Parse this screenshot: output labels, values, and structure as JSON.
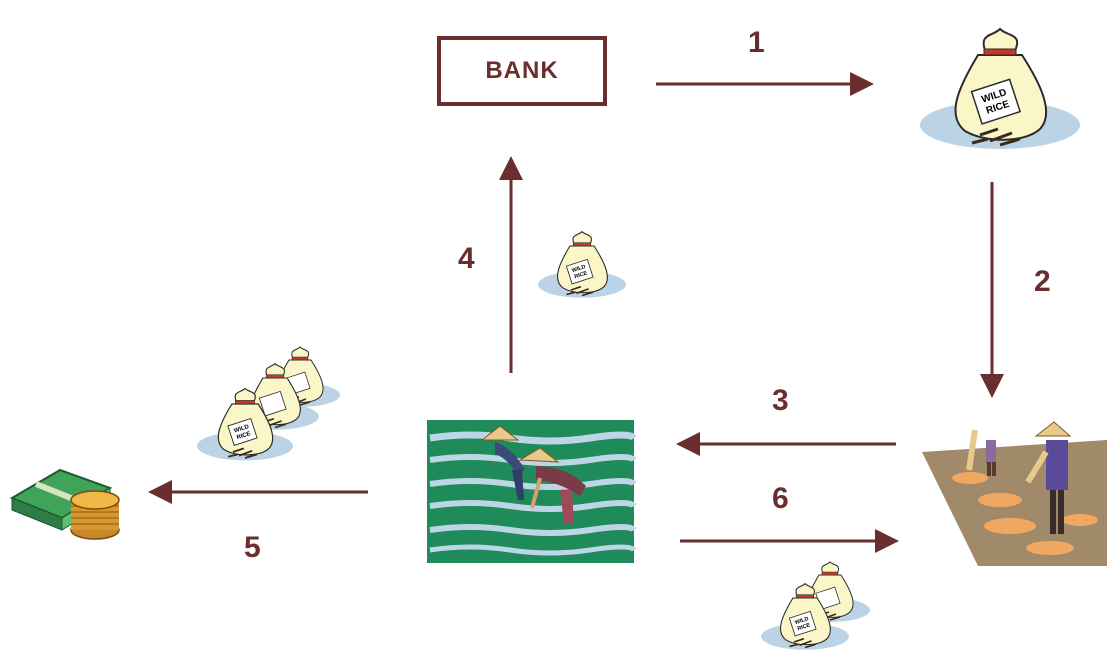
{
  "bank": {
    "label": "BANK"
  },
  "steps": [
    "1",
    "2",
    "3",
    "4",
    "5",
    "6"
  ],
  "sack_text": {
    "line1": "WILD",
    "line2": "RICE"
  },
  "colors": {
    "arrow": "#6b2e2e",
    "field_green": "#1f8a5a",
    "sack": "#fbf6c8",
    "shadow": "#bcd3e6"
  },
  "icons": {
    "money": "money-stack-icon",
    "sack": "rice-sack-icon",
    "field": "rice-field-workers-illustration",
    "drying": "rice-drying-illustration"
  }
}
